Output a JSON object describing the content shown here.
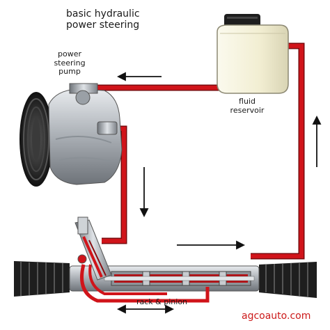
{
  "diagram": {
    "title": [
      "basic hydraulic",
      "power steering"
    ],
    "labels": {
      "pump": [
        "power",
        "steering",
        "pump"
      ],
      "reservoir": [
        "fluid",
        "reservoir"
      ],
      "rack": "rack & pinion"
    },
    "watermark": "agcoauto.com",
    "colors": {
      "fluid_line": "#d0141a",
      "fluid_line_outline": "#7a0a0d",
      "metal": "#b9bec4",
      "dark_rubber": "#1e1e1e",
      "reservoir_fill": "#f4f1da",
      "brand_text": "#cc1a1a"
    }
  }
}
